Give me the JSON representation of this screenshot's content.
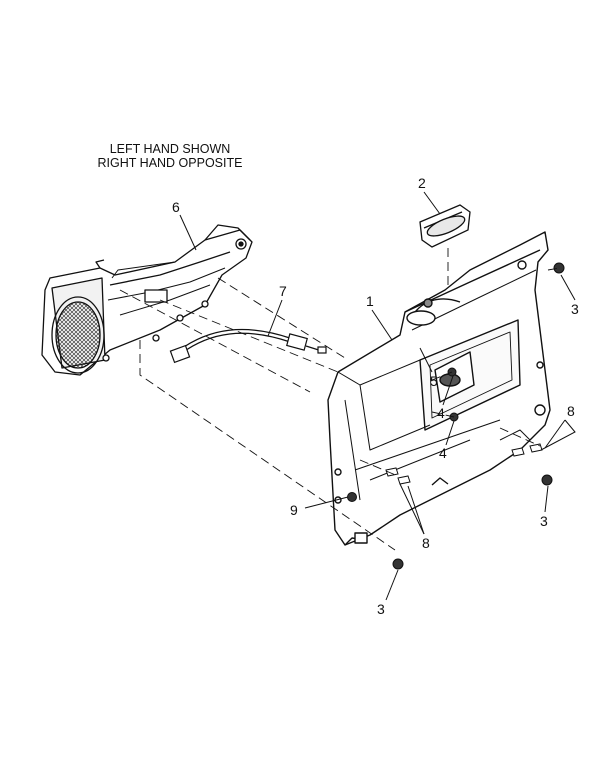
{
  "note": {
    "line1": "LEFT HAND SHOWN",
    "line2": "RIGHT HAND OPPOSITE"
  },
  "callouts": {
    "c1": "1",
    "c2": "2",
    "c3a": "3",
    "c3b": "3",
    "c3c": "3",
    "c4a": "4",
    "c4b": "4",
    "c5": "5",
    "c6": "6",
    "c7": "7",
    "c8a": "8",
    "c8b": "8",
    "c9": "9"
  }
}
